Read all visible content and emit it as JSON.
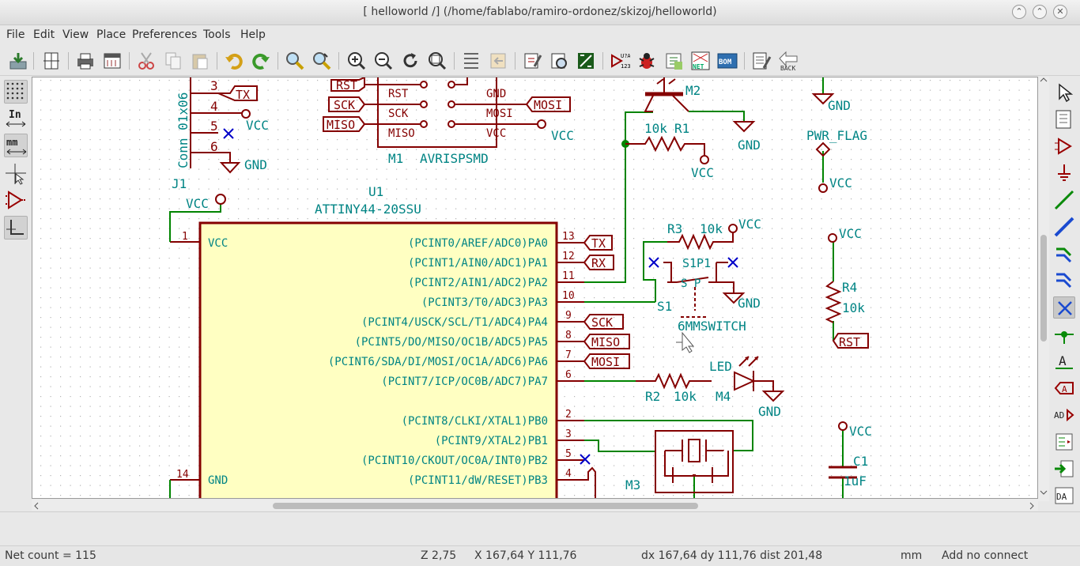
{
  "window": {
    "title": "[ helloworld /] (/home/fablabo/ramiro-ordonez/skizoj/helloworld)",
    "buttons": [
      "⌃",
      "⌃",
      "✕"
    ]
  },
  "menu": [
    "File",
    "Edit",
    "View",
    "Place",
    "Preferences",
    "Tools",
    "Help"
  ],
  "toolbar": {
    "u2a_label": "U?A\n123",
    "net_label": "NET",
    "bom_label": "BOM",
    "back_label": "BACK"
  },
  "left_toolbar": {
    "inch_label": "In",
    "mm_label": "mm"
  },
  "right_toolbar": {
    "text_label": "A",
    "dual_text": "AD",
    "da_label": "DA"
  },
  "schematic": {
    "conn_ref": "J1",
    "conn_value": "Conn_01x06",
    "conn_pins": [
      "3",
      "4",
      "5",
      "6"
    ],
    "labels": {
      "tx": "TX",
      "rx": "RX",
      "rst": "RST",
      "sck": "SCK",
      "miso": "MISO",
      "mosi": "MOSI",
      "vcc": "VCC",
      "gnd": "GND",
      "pwr_flag": "PWR_FLAG"
    },
    "isp": {
      "ref": "M1",
      "value": "AVRISPSMD",
      "pins_left": [
        "RST",
        "SCK",
        "MISO"
      ],
      "pins_right": [
        "GND",
        "MOSI",
        "VCC"
      ]
    },
    "mcu": {
      "ref": "U1",
      "value": "ATTINY44-20SSU",
      "pin_vcc": "VCC",
      "pin_gnd": "GND",
      "pin1": "1",
      "pin14": "14",
      "pins": [
        {
          "num": "13",
          "name": "(PCINT0/AREF/ADC0)PA0"
        },
        {
          "num": "12",
          "name": "(PCINT1/AIN0/ADC1)PA1"
        },
        {
          "num": "11",
          "name": "(PCINT2/AIN1/ADC2)PA2"
        },
        {
          "num": "10",
          "name": "(PCINT3/T0/ADC3)PA3"
        },
        {
          "num": "9",
          "name": "(PCINT4/USCK/SCL/T1/ADC4)PA4"
        },
        {
          "num": "8",
          "name": "(PCINT5/DO/MISO/OC1B/ADC5)PA5"
        },
        {
          "num": "7",
          "name": "(PCINT6/SDA/DI/MOSI/OC1A/ADC6)PA6"
        },
        {
          "num": "6",
          "name": "(PCINT7/ICP/OC0B/ADC7)PA7"
        },
        {
          "num": "2",
          "name": "(PCINT8/CLKI/XTAL1)PB0"
        },
        {
          "num": "3",
          "name": "(PCINT9/XTAL2)PB1"
        },
        {
          "num": "5",
          "name": "(PCINT10/CKOUT/OC0A/INT0)PB2"
        },
        {
          "num": "4",
          "name": "(PCINT11/dW/RESET)PB3"
        }
      ]
    },
    "m2": "M2",
    "r1": {
      "ref": "R1",
      "value": "10k"
    },
    "r3": {
      "ref": "R3",
      "value": "10k"
    },
    "r4": {
      "ref": "R4",
      "value": "10k"
    },
    "r2": {
      "ref": "R2",
      "value": "10k"
    },
    "s1": {
      "ref": "S1",
      "value": "6MMSWITCH",
      "pin_text": "S P",
      "top_text": "S1P1"
    },
    "led": {
      "ref": "M4",
      "value": "LED"
    },
    "m3": "M3",
    "c1": {
      "ref": "C1",
      "value": "1uF"
    }
  },
  "status": {
    "net_count": "Net count = 115",
    "zoom": "Z 2,75",
    "xy": "X 167,64  Y 111,76",
    "delta": "dx 167,64  dy 111,76  dist 201,48",
    "units": "mm",
    "mode": "Add no connect"
  }
}
